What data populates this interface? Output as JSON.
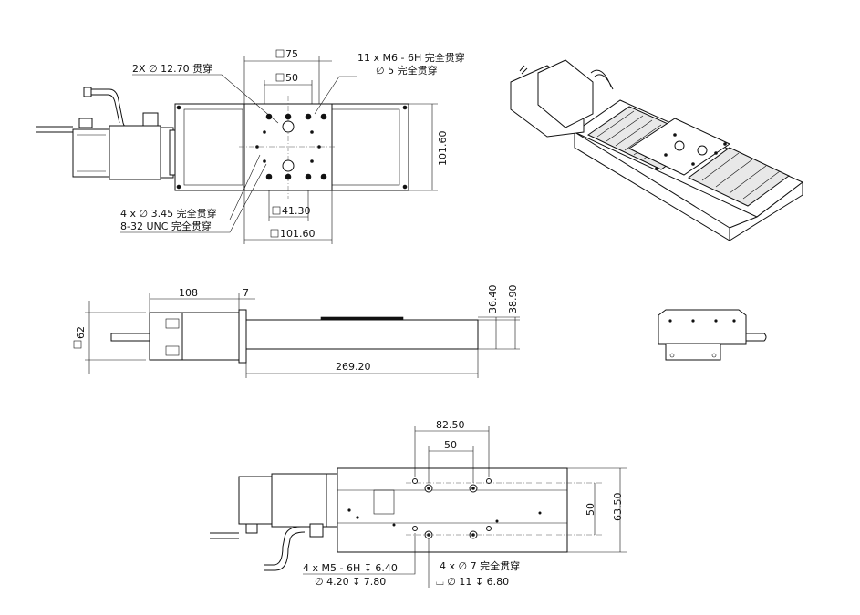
{
  "top_view": {
    "sq75": "75",
    "sq50": "50",
    "holes_12_70": "2X ∅ 12.70 贯穿",
    "m6_line1": "11 x  M6 - 6H 完全贯穿",
    "m6_line2": "∅  5 完全贯穿",
    "width_101_60": "101.60",
    "holes_3_45": "4 x ∅ 3.45 完全贯穿",
    "unc": "8-32 UNC 完全贯穿",
    "sq41_30": "41.30",
    "sq101_60": "101.60"
  },
  "side_view": {
    "len108": "108",
    "len7": "7",
    "motor62": "62",
    "h36_40": "36.40",
    "h38_90": "38.90",
    "len269_20": "269.20"
  },
  "bottom_view": {
    "d82_50": "82.50",
    "d50_top": "50",
    "d50_side": "50",
    "d63_50": "63.50",
    "m5_line1": "4 x  M5 - 6H ↧ 6.40",
    "m5_line2": "∅  4.20 ↧ 7.80",
    "c7_line1": "4 x ∅  7 完全贯穿",
    "c7_line2": "⌴  ∅  11 ↧ 6.80"
  }
}
